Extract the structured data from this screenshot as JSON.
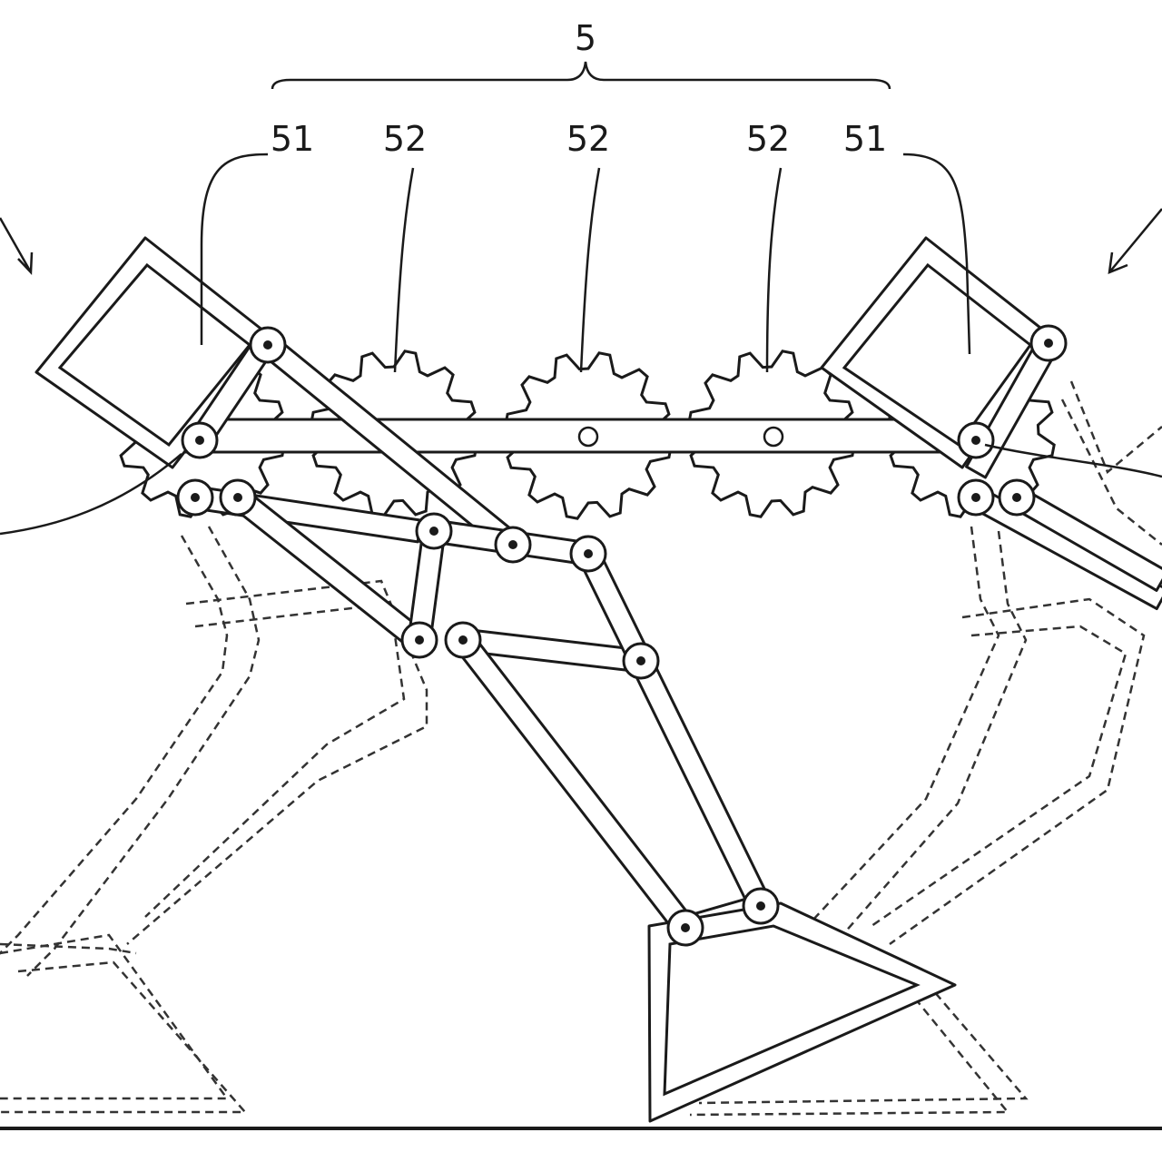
{
  "figure": {
    "group_label": "5",
    "part_labels": [
      "51",
      "52",
      "52",
      "52",
      "51"
    ]
  },
  "colors": {
    "line": "#1a1a1a",
    "background": "#ffffff"
  }
}
